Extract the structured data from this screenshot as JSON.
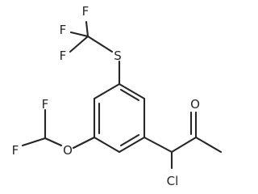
{
  "molecule": {
    "atoms": {
      "f_top": "F",
      "f_left": "F",
      "f_lower": "F",
      "s": "S",
      "f_difluoro_upper": "F",
      "f_difluoro_lower": "F",
      "o_ether": "O",
      "o_carbonyl": "O",
      "cl": "Cl"
    },
    "colors": {
      "bond": "#262626",
      "label": "#262626",
      "background": "#ffffff"
    }
  }
}
